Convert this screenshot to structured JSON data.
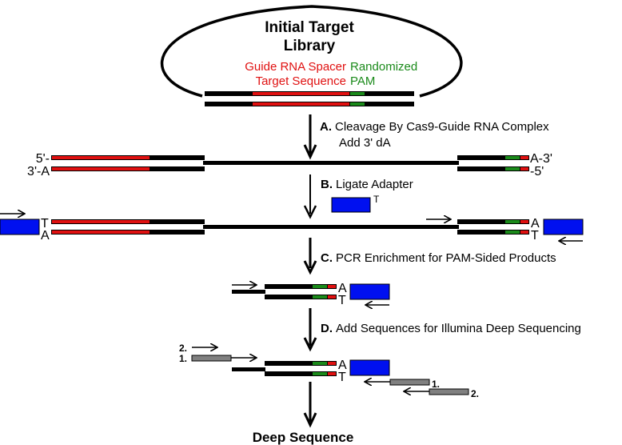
{
  "title": {
    "line1": "Initial Target",
    "line2": "Library"
  },
  "labels": {
    "spacer_line1": "Guide RNA Spacer",
    "spacer_line2": "Target Sequence",
    "pam_line1": "Randomized",
    "pam_line2": "PAM",
    "five_prime": "5'-",
    "three_prime_a": "3'-A",
    "a_three_prime": "A-3'",
    "minus_five_prime": "-5'",
    "adapter_t": "T",
    "base_t": "T",
    "base_a": "A",
    "primer_1": "1.",
    "primer_2": "2."
  },
  "steps": [
    {
      "letter": "A.",
      "text": "Cleavage By Cas9-Guide RNA Complex",
      "text2": "Add 3' dA"
    },
    {
      "letter": "B.",
      "text": "Ligate Adapter"
    },
    {
      "letter": "C.",
      "text": "PCR Enrichment for PAM-Sided Products"
    },
    {
      "letter": "D.",
      "text": "Add Sequences for Illumina Deep Sequencing"
    }
  ],
  "final": "Deep Sequence",
  "colors": {
    "spacer": "#e01010",
    "pam": "#1a8a1a",
    "dna": "#000000",
    "adapter": "#0010f0",
    "primer_tail": "#808080"
  }
}
